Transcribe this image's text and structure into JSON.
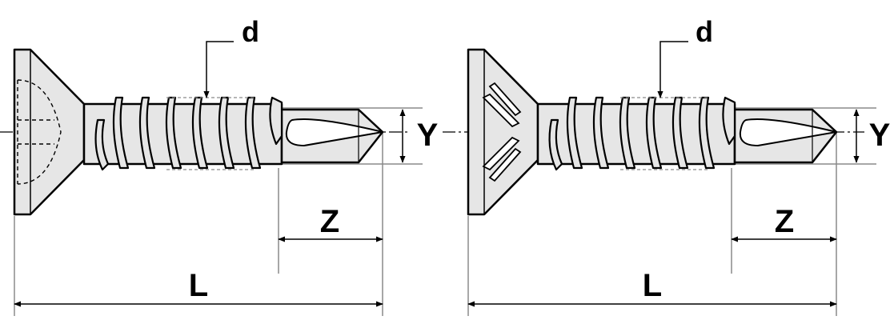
{
  "colors": {
    "stroke": "#000000",
    "fill": "#e6e6e6",
    "dim_line": "#8a8a8a",
    "background": "#ffffff"
  },
  "screws": [
    {
      "variant": "countersunk head, cross recess",
      "labels": {
        "diameter": "d",
        "drill_point_diameter": "Y",
        "drill_point_length": "Z",
        "total_length": "L"
      }
    },
    {
      "variant": "countersunk head, ribs under head",
      "labels": {
        "diameter": "d",
        "drill_point_diameter": "Y",
        "drill_point_length": "Z",
        "total_length": "L"
      }
    }
  ]
}
